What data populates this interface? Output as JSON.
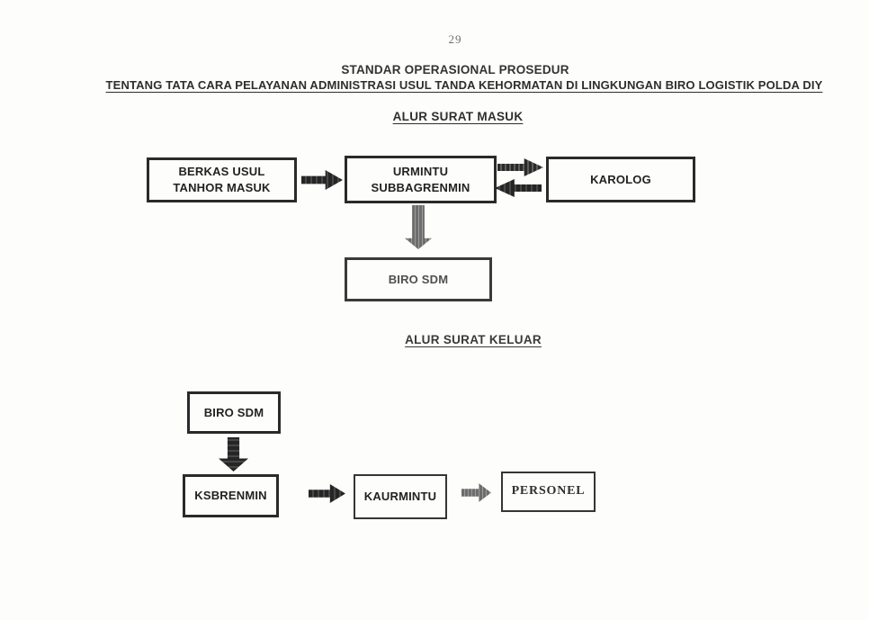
{
  "page": {
    "number": "29",
    "title_line1": "STANDAR OPERASIONAL PROSEDUR",
    "title_line2": "TENTANG TATA CARA PELAYANAN ADMINISTRASI USUL TANDA KEHORMATAN DI LINGKUNGAN BIRO LOGISTIK POLDA DIY"
  },
  "alur_masuk": {
    "heading": "ALUR SURAT MASUK",
    "nodes": {
      "berkas": {
        "line1": "BERKAS USUL",
        "line2": "TANHOR MASUK"
      },
      "urmintu": {
        "line1": "URMINTU",
        "line2": "SUBBAGRENMIN"
      },
      "karolog": {
        "label": "KAROLOG"
      },
      "biro_sdm": {
        "label": "BIRO SDM"
      }
    },
    "edges": [
      {
        "from": "BERKAS USUL TANHOR MASUK",
        "to": "URMINTU SUBBAGRENMIN",
        "direction": "right"
      },
      {
        "from": "URMINTU SUBBAGRENMIN",
        "to": "KAROLOG",
        "direction": "right"
      },
      {
        "from": "KAROLOG",
        "to": "URMINTU SUBBAGRENMIN",
        "direction": "left"
      },
      {
        "from": "URMINTU SUBBAGRENMIN",
        "to": "BIRO SDM",
        "direction": "down"
      }
    ]
  },
  "alur_keluar": {
    "heading": "ALUR SURAT KELUAR",
    "nodes": {
      "biro_sdm": {
        "label": "BIRO SDM"
      },
      "ksbrenmin": {
        "label": "KSBRENMIN"
      },
      "kaurmintu": {
        "label": "KAURMINTU"
      },
      "personel": {
        "label": "PERSONEL"
      }
    },
    "edges": [
      {
        "from": "BIRO SDM",
        "to": "KSBRENMIN",
        "direction": "down"
      },
      {
        "from": "KSBRENMIN",
        "to": "KAURMINTU",
        "direction": "right"
      },
      {
        "from": "KAURMINTU",
        "to": "PERSONEL",
        "direction": "right"
      }
    ]
  },
  "colors": {
    "ink": "#2b2b2b",
    "arrow_dark": "#2e2e2e",
    "arrow_faded": "#8a8a8a",
    "paper": "#fdfdfc"
  }
}
